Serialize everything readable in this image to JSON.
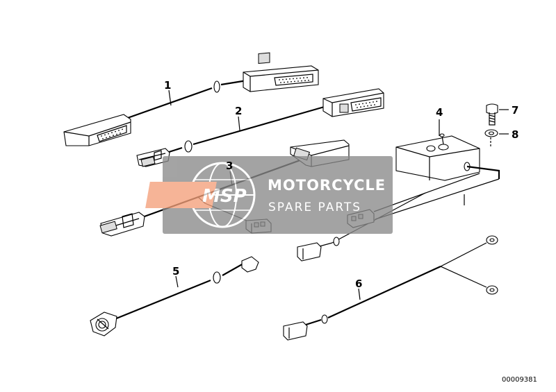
{
  "diagram": {
    "callouts": [
      "1",
      "2",
      "3",
      "4",
      "5",
      "6",
      "7",
      "8"
    ],
    "part_number": "00009381"
  },
  "watermark": {
    "logo": "MSP",
    "title": "MOTORCYCLE",
    "subtitle": "SPARE PARTS",
    "colors": {
      "box": "#8a8a8a",
      "logo": "#f4a07a"
    }
  }
}
